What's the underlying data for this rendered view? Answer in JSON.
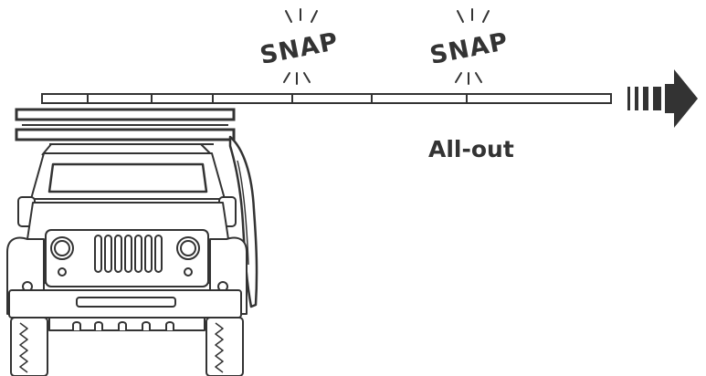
{
  "snap_labels": [
    "SNAP",
    "SNAP"
  ],
  "caption": "All-out",
  "colors": {
    "ink": "#333333",
    "paper": "#ffffff"
  },
  "icons": [
    "direction-arrow-icon",
    "jeep-vehicle-icon",
    "snap-burst-icon"
  ]
}
